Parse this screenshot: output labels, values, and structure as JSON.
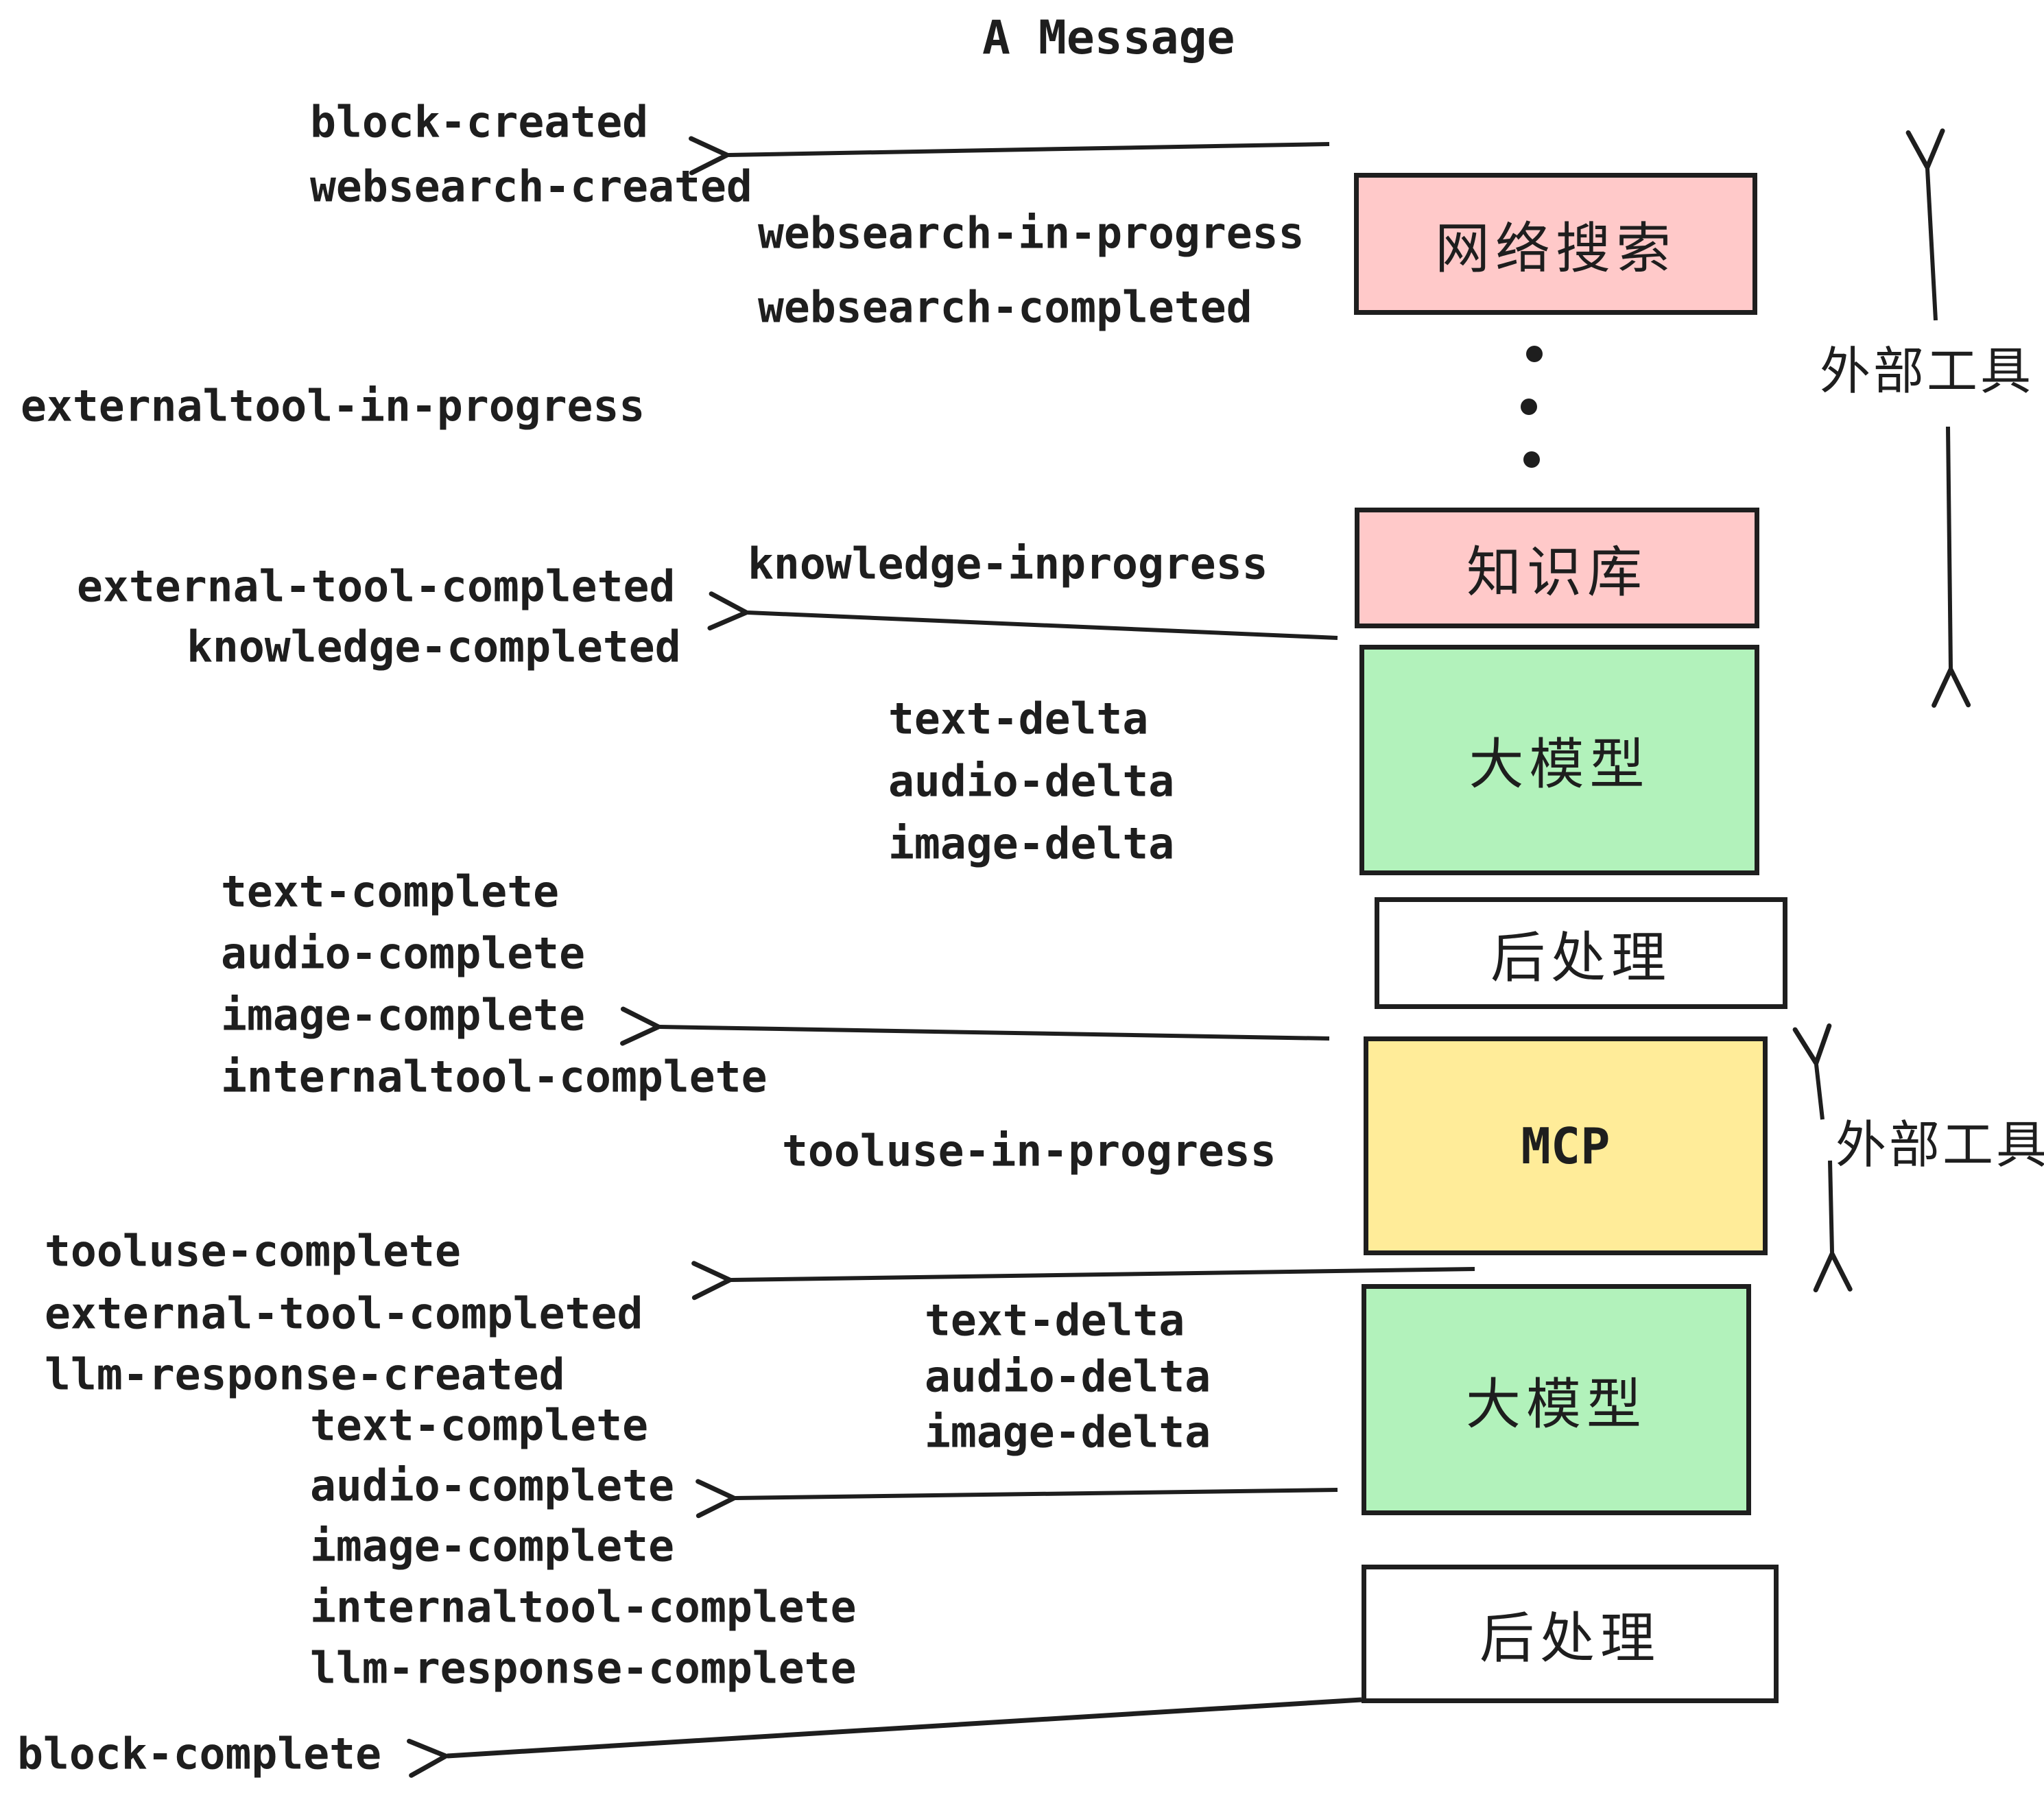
{
  "title": "A Message",
  "colors": {
    "pink": "#ffc9c9",
    "green": "#b2f2bb",
    "yellow": "#ffec99",
    "white": "#ffffff",
    "ink": "#1e1e1e"
  },
  "boxes": {
    "websearch": {
      "label": "网络搜索",
      "color": "pink"
    },
    "knowledge": {
      "label": "知识库",
      "color": "pink"
    },
    "llm1": {
      "label": "大模型",
      "color": "green"
    },
    "post1": {
      "label": "后处理",
      "color": "white"
    },
    "mcp": {
      "label": "MCP",
      "color": "yellow"
    },
    "llm2": {
      "label": "大模型",
      "color": "green"
    },
    "post2": {
      "label": "后处理",
      "color": "white"
    }
  },
  "side_annotations": {
    "external_tools_top": "外部工具",
    "external_tools_mcp": "外部工具"
  },
  "events": {
    "block_created": "block-created",
    "websearch_created": "websearch-created",
    "websearch_in_progress": "websearch-in-progress",
    "websearch_completed": "websearch-completed",
    "externaltool_in_progress": "externaltool-in-progress",
    "knowledge_inprogress": "knowledge-inprogress",
    "external_tool_completed_1": "external-tool-completed",
    "knowledge_completed": "knowledge-completed",
    "text_delta_1": "text-delta",
    "audio_delta_1": "audio-delta",
    "image_delta_1": "image-delta",
    "text_complete_1": "text-complete",
    "audio_complete_1": "audio-complete",
    "image_complete_1": "image-complete",
    "internaltool_complete_1": "internaltool-complete",
    "tooluse_in_progress": "tooluse-in-progress",
    "tooluse_complete": "tooluse-complete",
    "external_tool_completed_2": "external-tool-completed",
    "llm_response_created": "llm-response-created",
    "text_delta_2": "text-delta",
    "audio_delta_2": "audio-delta",
    "image_delta_2": "image-delta",
    "text_complete_2": "text-complete",
    "audio_complete_2": "audio-complete",
    "image_complete_2": "image-complete",
    "internaltool_complete_2": "internaltool-complete",
    "llm_response_complete": "llm-response-complete",
    "block_complete": "block-complete"
  }
}
